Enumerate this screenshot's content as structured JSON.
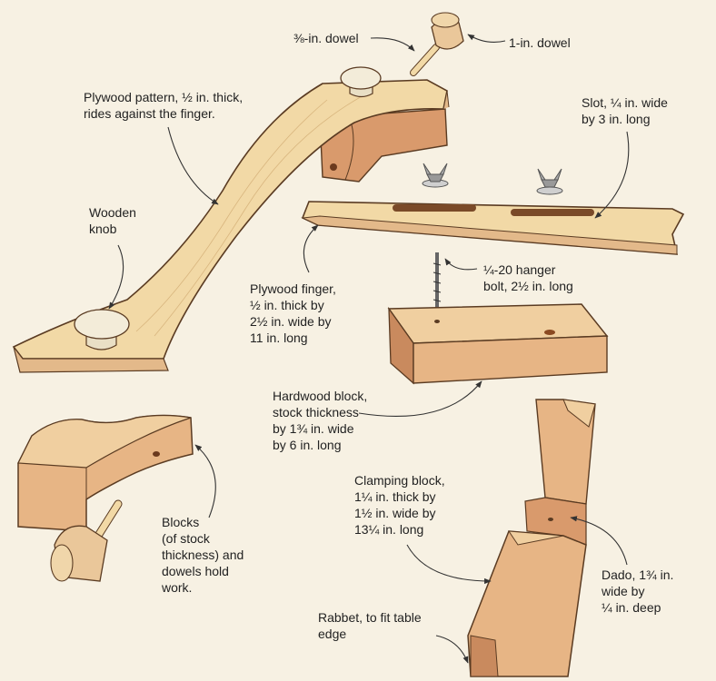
{
  "labels": {
    "dowel_small": "⅜-in. dowel",
    "dowel_large": "1-in. dowel",
    "pattern": "Plywood pattern, ½ in. thick,\nrides against the finger.",
    "slot": "Slot, ¼ in. wide\nby 3 in. long",
    "knob": "Wooden\nknob",
    "finger": "Plywood finger,\n½ in. thick by\n2½ in. wide by\n11 in. long",
    "hanger_bolt": "¼-20 hanger\nbolt, 2½ in. long",
    "hardwood_block": "Hardwood block,\nstock thickness\nby 1¾ in. wide\nby 6 in. long",
    "blocks": "Blocks\n(of stock\nthickness) and\ndowels hold\nwork.",
    "clamping_block": "Clamping block,\n1¼ in. thick by\n1½ in. wide by\n13¼ in. long",
    "dado": "Dado, 1¾ in.\nwide by\n¼ in. deep",
    "rabbet": "Rabbet, to fit table\nedge"
  },
  "colors": {
    "background": "#f7f1e3",
    "wood_light": "#f2d9a6",
    "wood_mid": "#e9b98a",
    "wood_dark": "#c98a5e",
    "outline": "#5a3b22",
    "knob": "#f3ecd9",
    "metal": "#7a7a7a",
    "leader": "#333333"
  }
}
